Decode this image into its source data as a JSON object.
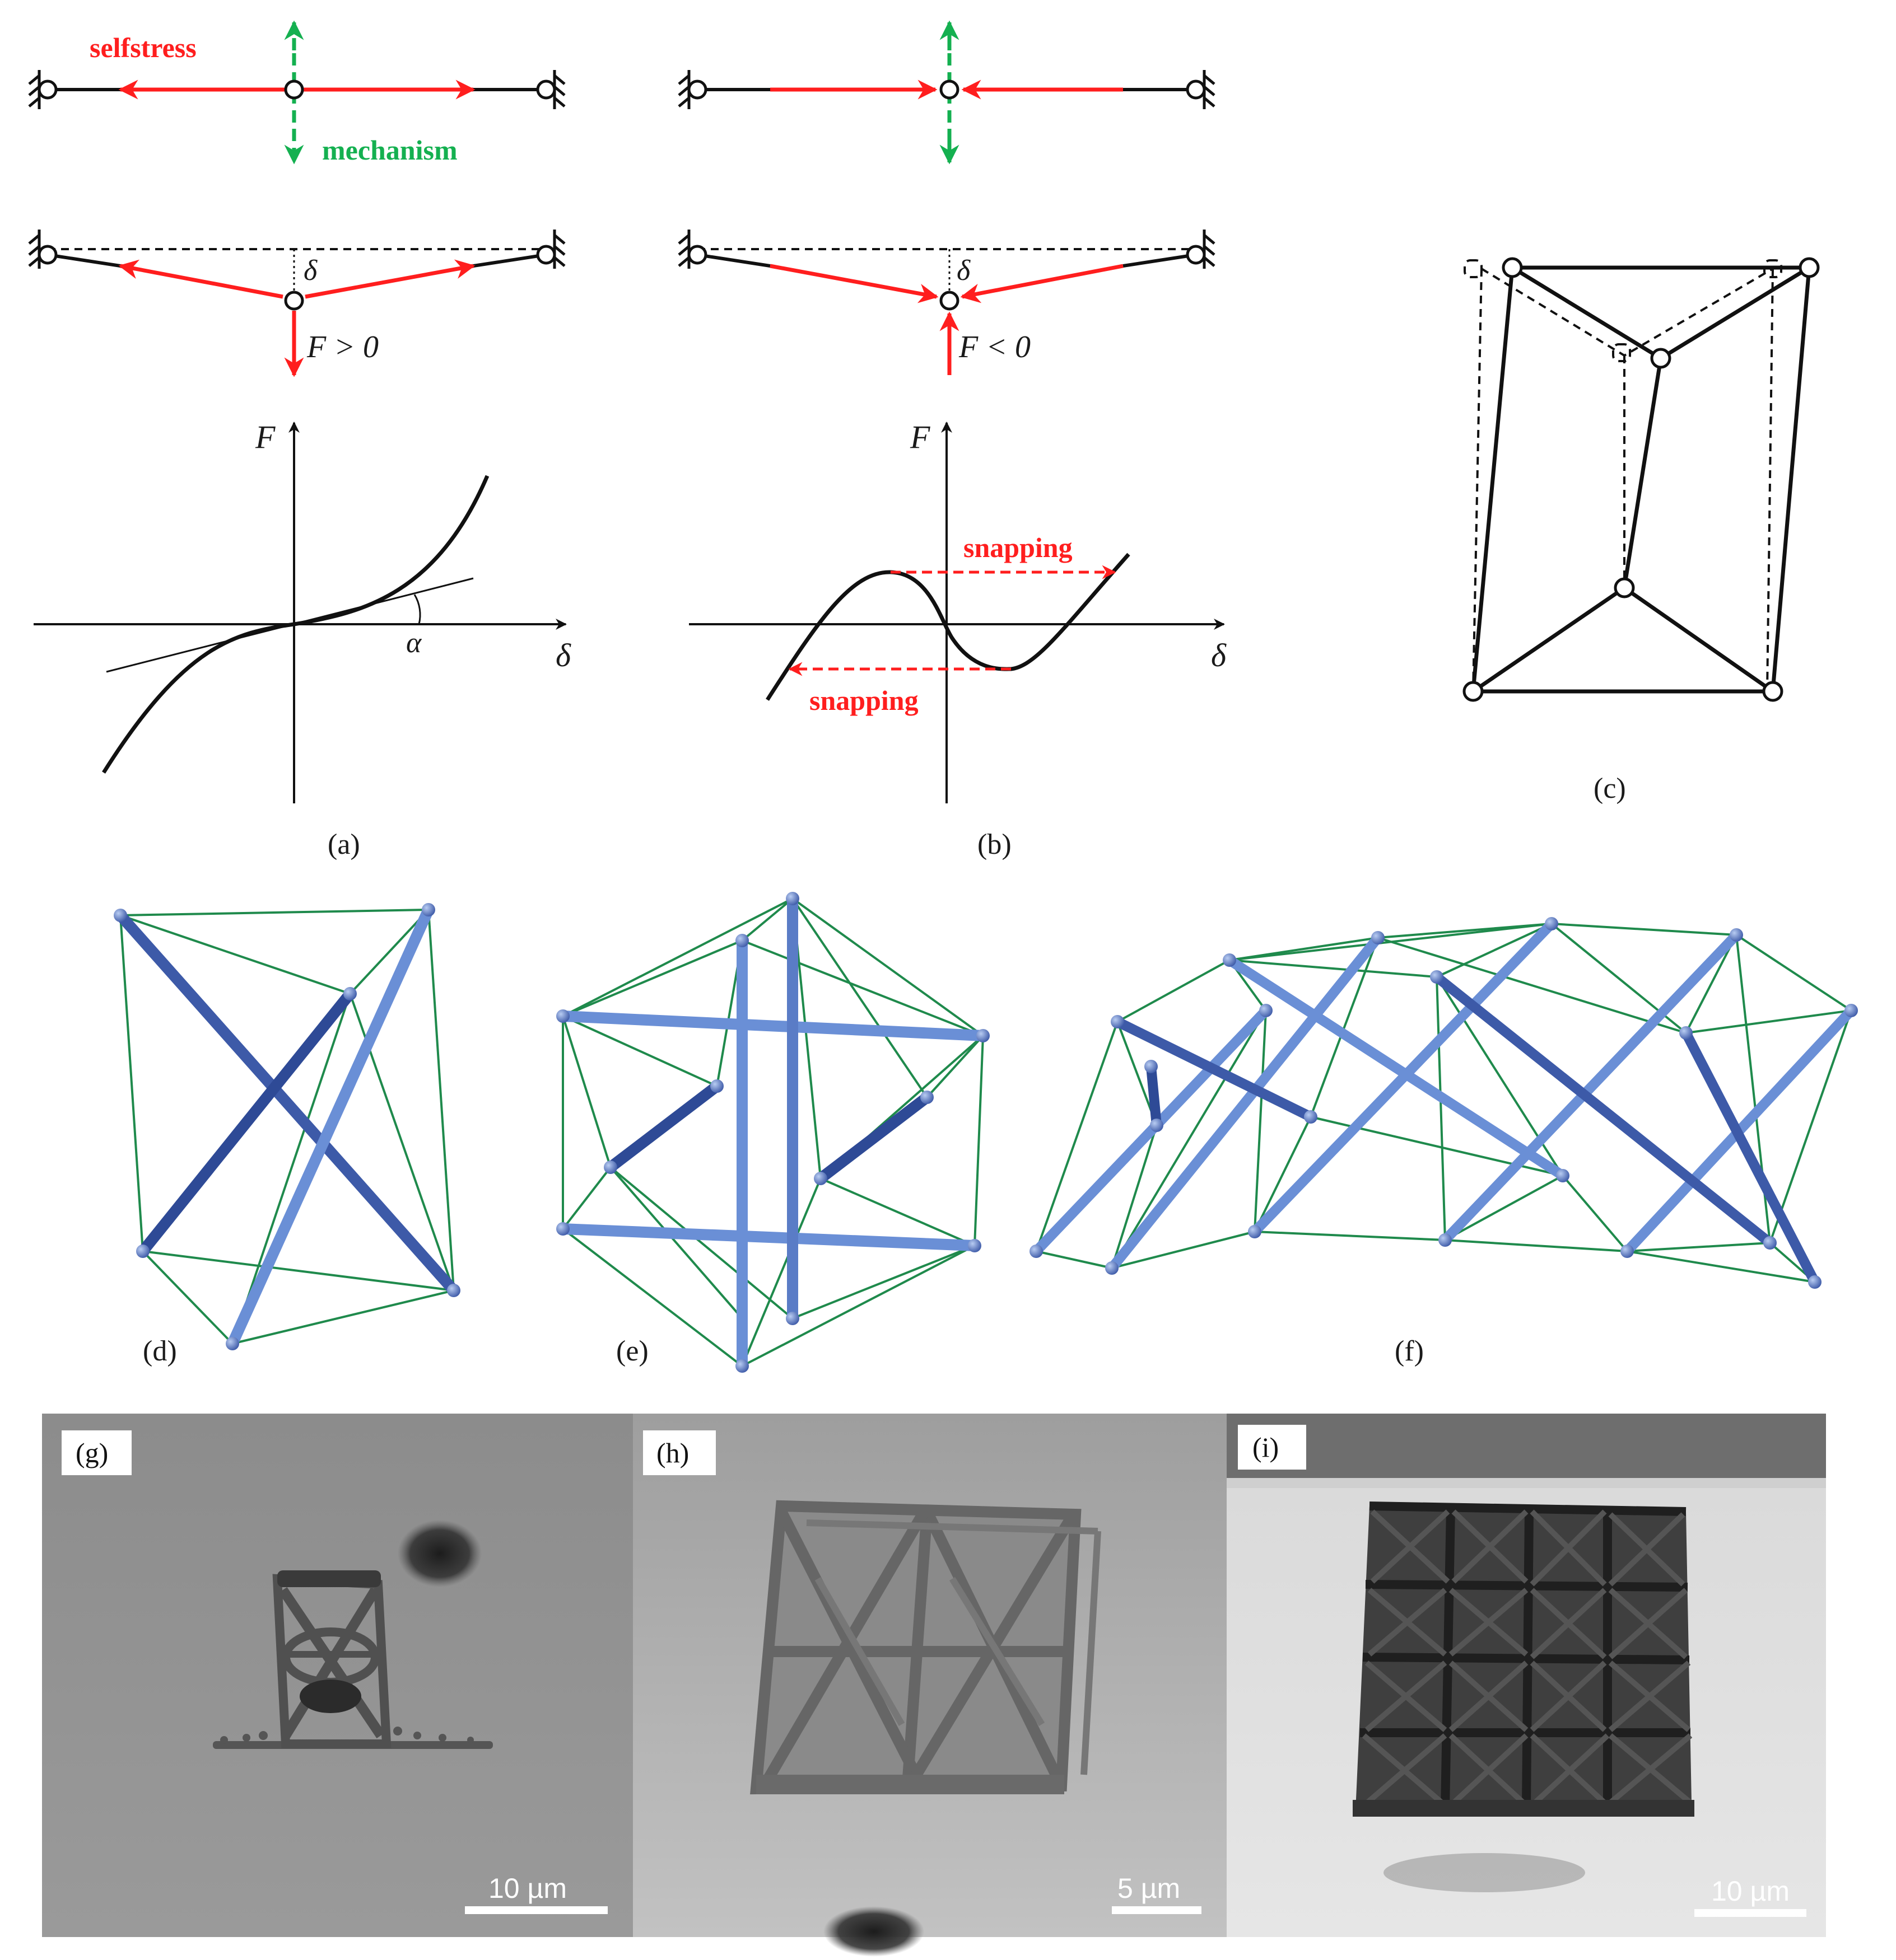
{
  "panel_labels": {
    "a": "(a)",
    "b": "(b)",
    "c": "(c)",
    "d": "(d)",
    "e": "(e)",
    "f": "(f)",
    "g": "(g)",
    "h": "(h)",
    "i": "(i)"
  },
  "annotations": {
    "selfstress": "selfstress",
    "mechanism": "mechanism",
    "snapping_top": "snapping",
    "snapping_bottom": "snapping",
    "delta": "δ",
    "force_pos": "F > 0",
    "force_neg": "F < 0",
    "axis_F": "F",
    "axis_delta": "δ",
    "alpha": "α"
  },
  "scale_bars": {
    "g": "10 µm",
    "h": "5 µm",
    "i": "10 µm"
  },
  "colors": {
    "stress": "#ff1e1e",
    "mechanism": "#14b050",
    "strut": "#6a8fd6",
    "strut_dark": "#3d5aa8",
    "cable": "#1f8a4c"
  }
}
